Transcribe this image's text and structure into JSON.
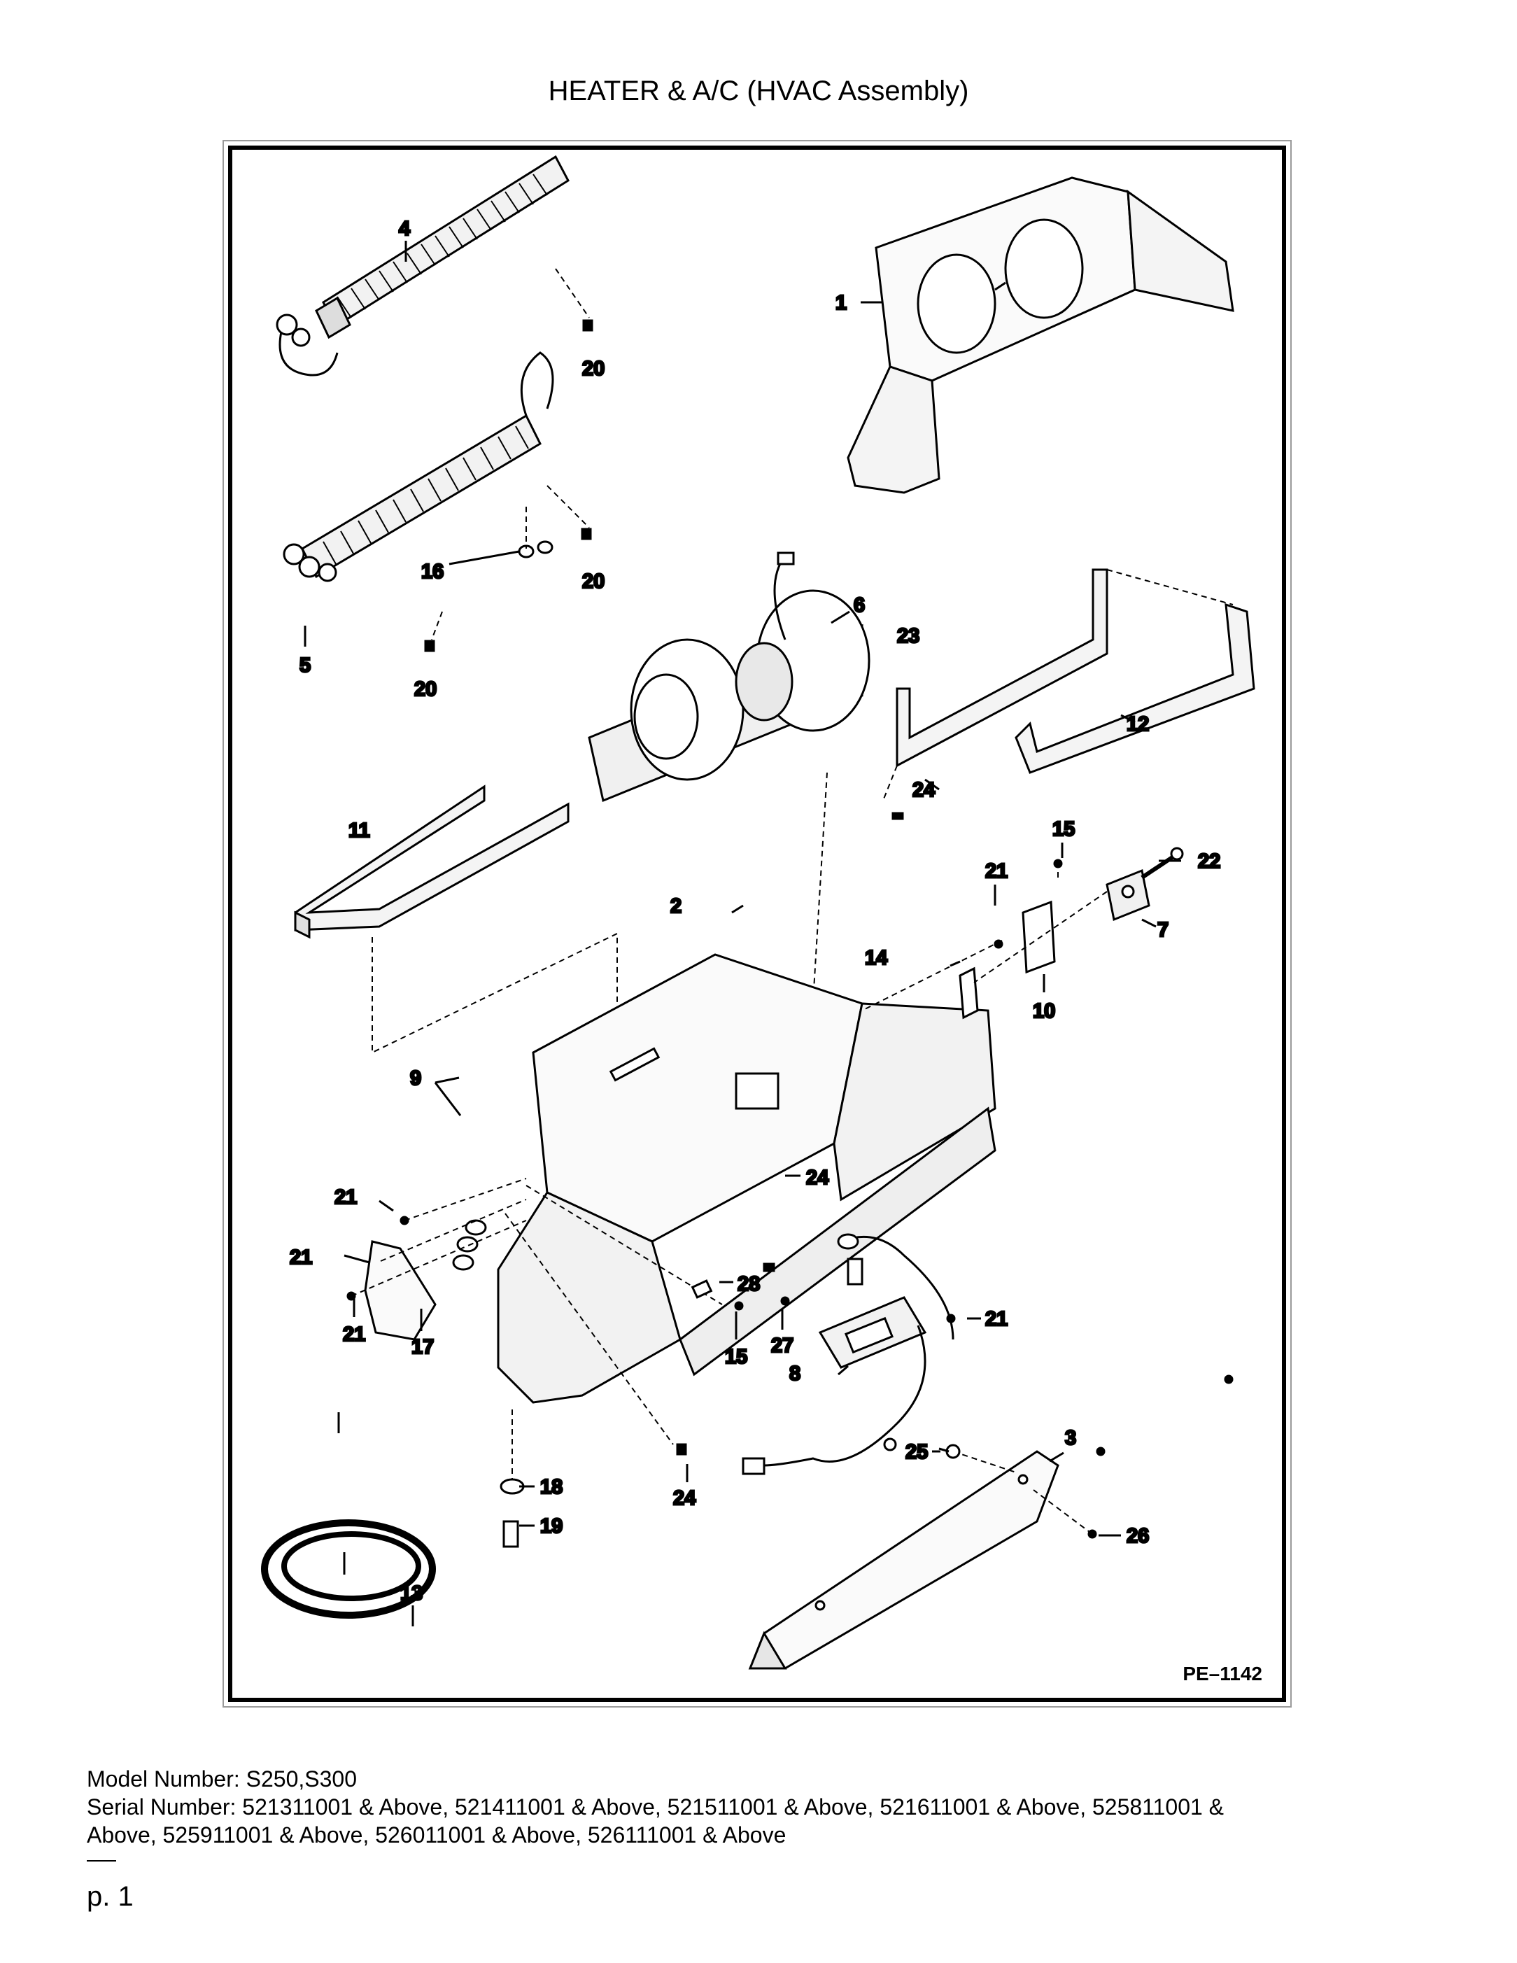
{
  "title": "HEATER & A/C (HVAC Assembly)",
  "figure": {
    "id": "PE–1142",
    "callouts": {
      "c1": "1",
      "c2": "2",
      "c3": "3",
      "c4": "4",
      "c5": "5",
      "c6": "6",
      "c7": "7",
      "c8": "8",
      "c9": "9",
      "c10": "10",
      "c11": "11",
      "c12": "12",
      "c13": "13",
      "c14": "14",
      "c15a": "15",
      "c15b": "15",
      "c16": "16",
      "c17": "17",
      "c18": "18",
      "c19": "19",
      "c20a": "20",
      "c20b": "20",
      "c20c": "20",
      "c21a": "21",
      "c21b": "21",
      "c21c": "21",
      "c21d": "21",
      "c21e": "21",
      "c22": "22",
      "c23": "23",
      "c24a": "24",
      "c24b": "24",
      "c24c": "24",
      "c25": "25",
      "c26": "26",
      "c27": "27",
      "c28": "28"
    }
  },
  "model": {
    "model_line": "Model Number: S250,S300",
    "serial_line1": "Serial Number: 521311001 & Above, 521411001 & Above, 521511001 & Above, 521611001 & Above, 525811001 &",
    "serial_line2": "Above, 525911001 & Above, 526011001 & Above, 526111001 & Above"
  },
  "page": {
    "number": "p. 1"
  }
}
